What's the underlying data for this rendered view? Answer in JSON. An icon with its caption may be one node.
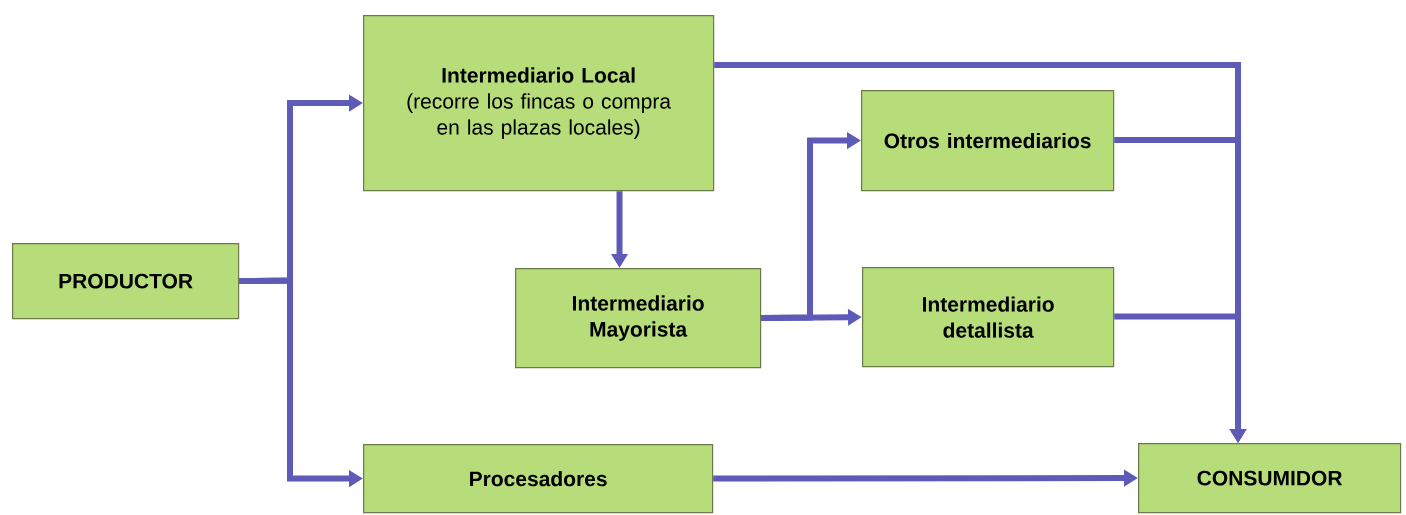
{
  "diagram": {
    "nodes": [
      {
        "text": [
          "PRODUCTOR"
        ]
      },
      {
        "text": [
          "Intermediario Local",
          "(recorre los fincas o compra en las plazas locales)"
        ]
      },
      {
        "text": [
          "Intermediario Mayorista"
        ]
      },
      {
        "text": [
          "Otros intermediarios"
        ]
      },
      {
        "text": [
          "Intermediario detallista"
        ]
      },
      {
        "text": [
          "Procesadores"
        ]
      },
      {
        "text": [
          "CONSUMIDOR"
        ]
      }
    ],
    "edges": [
      {
        "from": 0,
        "to": 1,
        "arrow": "to"
      },
      {
        "from": 0,
        "to": 5,
        "arrow": "to"
      },
      {
        "from": 1,
        "to": 2,
        "arrow": "to"
      },
      {
        "from": 2,
        "to": 3,
        "arrow": "to"
      },
      {
        "from": 2,
        "to": 4,
        "arrow": "to"
      },
      {
        "from": 1,
        "to": 6,
        "arrow": "to"
      },
      {
        "from": 3,
        "to": 6,
        "arrow": "to"
      },
      {
        "from": 4,
        "to": 6,
        "arrow": "to"
      },
      {
        "from": 5,
        "to": 6,
        "arrow": "to"
      }
    ]
  }
}
